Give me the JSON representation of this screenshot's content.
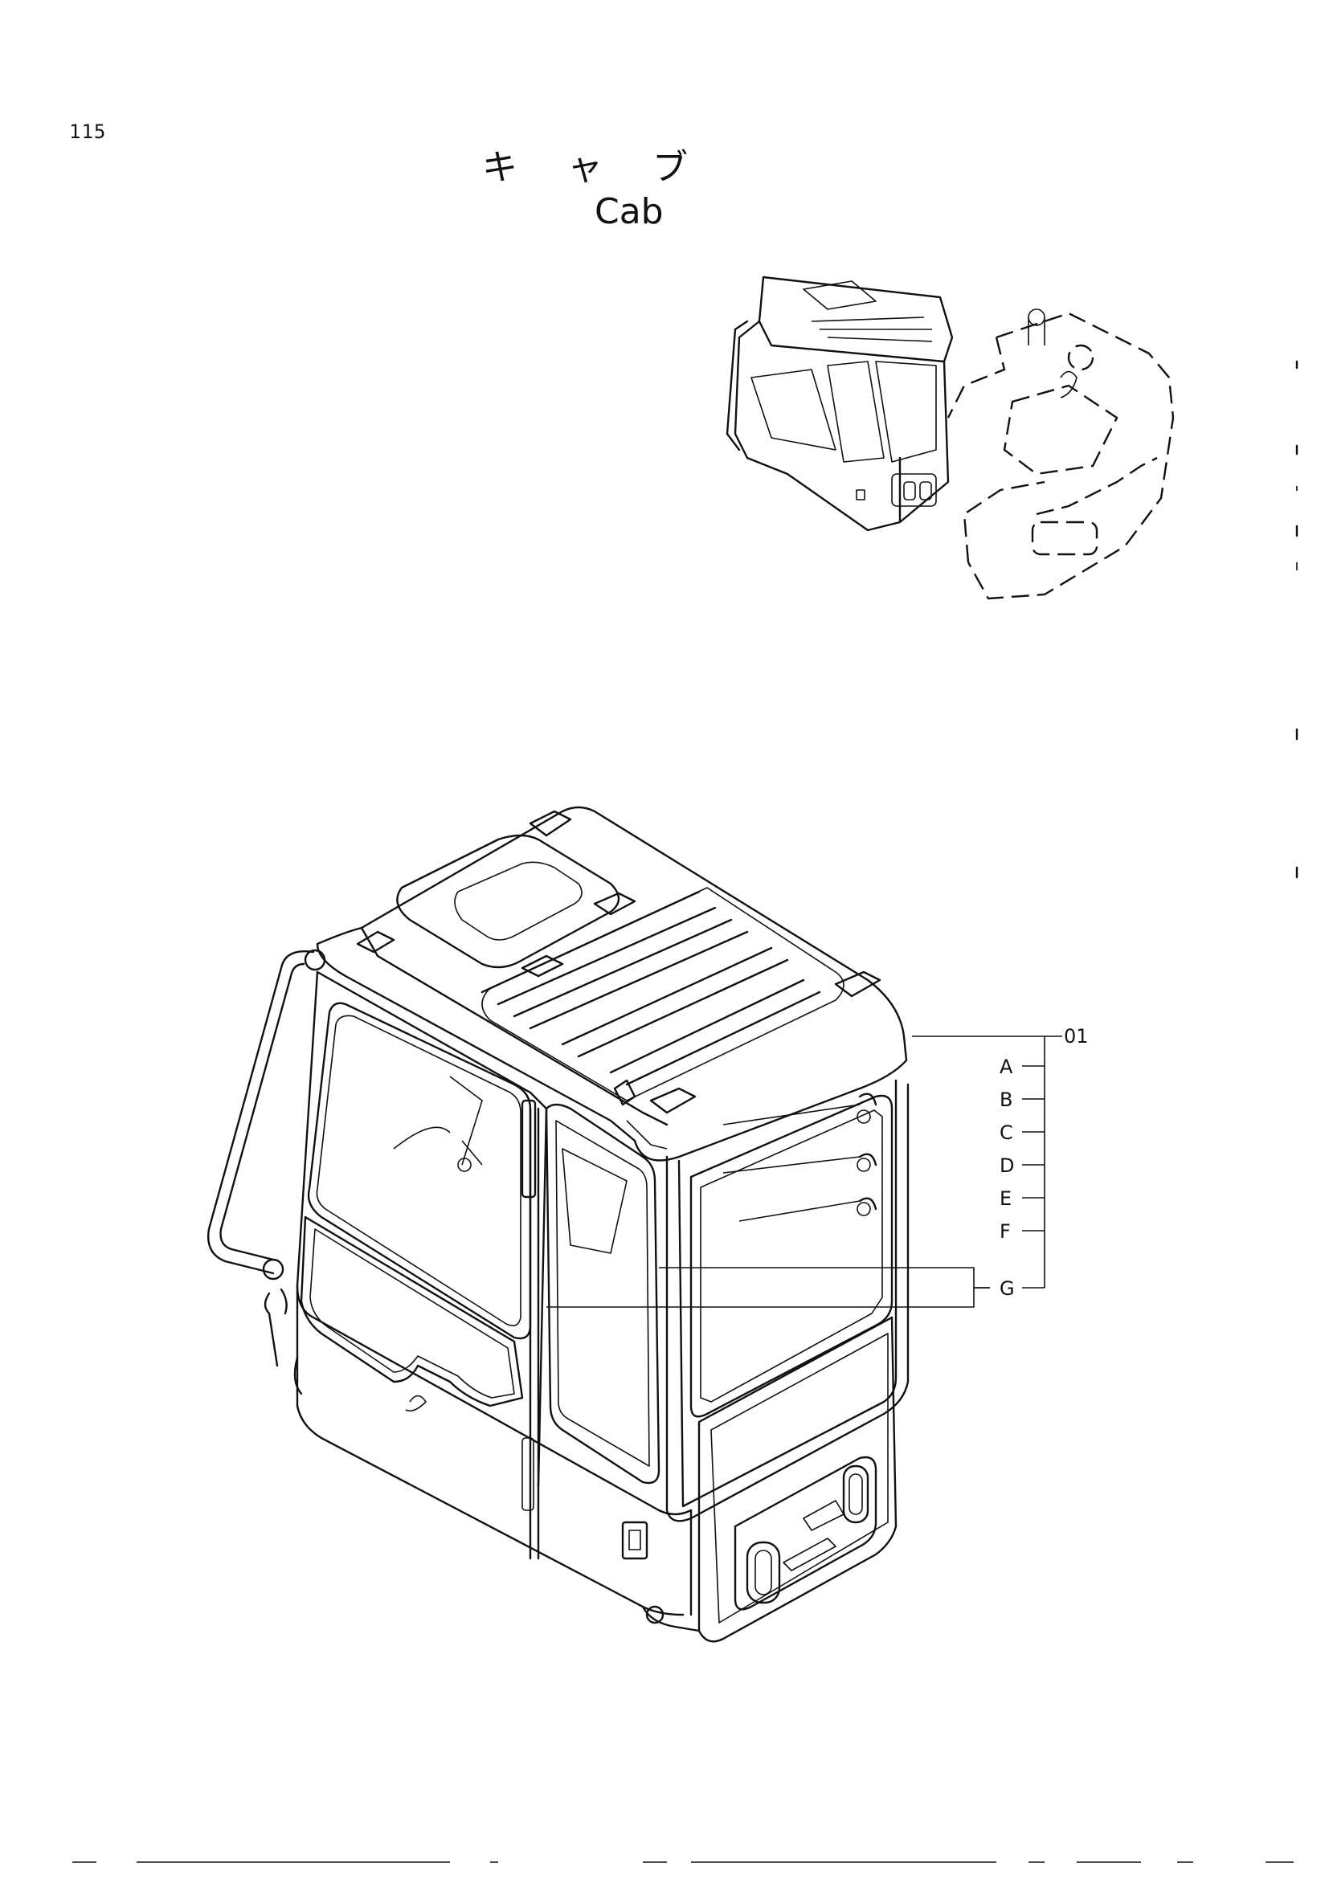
{
  "header": {
    "page_number": "115",
    "title_jp": "キャブ",
    "title_en": "Cab"
  },
  "callouts": {
    "main_part": "01",
    "sub_parts": [
      "A",
      "B",
      "C",
      "D",
      "E",
      "F",
      "G"
    ]
  }
}
